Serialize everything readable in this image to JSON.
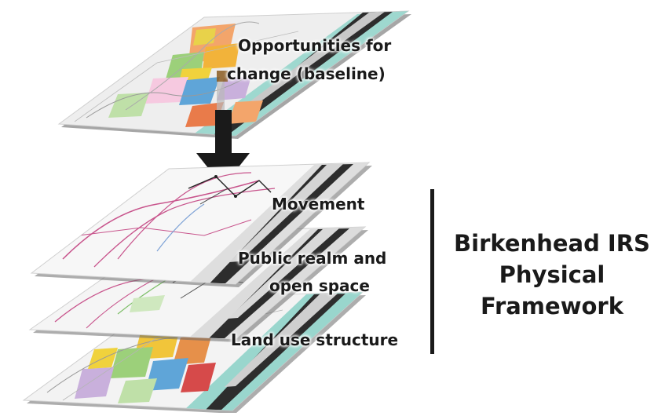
{
  "layers": {
    "baseline": {
      "line1": "Opportunities for",
      "line2": "change (baseline)"
    },
    "movement": "Movement",
    "public_realm": {
      "line1": "Public realm and",
      "line2": "open space"
    },
    "land_use": "Land use structure"
  },
  "framework_title": {
    "line1": "Birkenhead IRS",
    "line2": "Physical",
    "line3": "Framework"
  },
  "colors": {
    "text": "#1a1a1a",
    "arrow": "#1a1a1a",
    "sheet_shadow": "#666666",
    "movement_routes": "#c8548c",
    "water": "#8fd3c9",
    "accent_orange": "#f0a030"
  }
}
